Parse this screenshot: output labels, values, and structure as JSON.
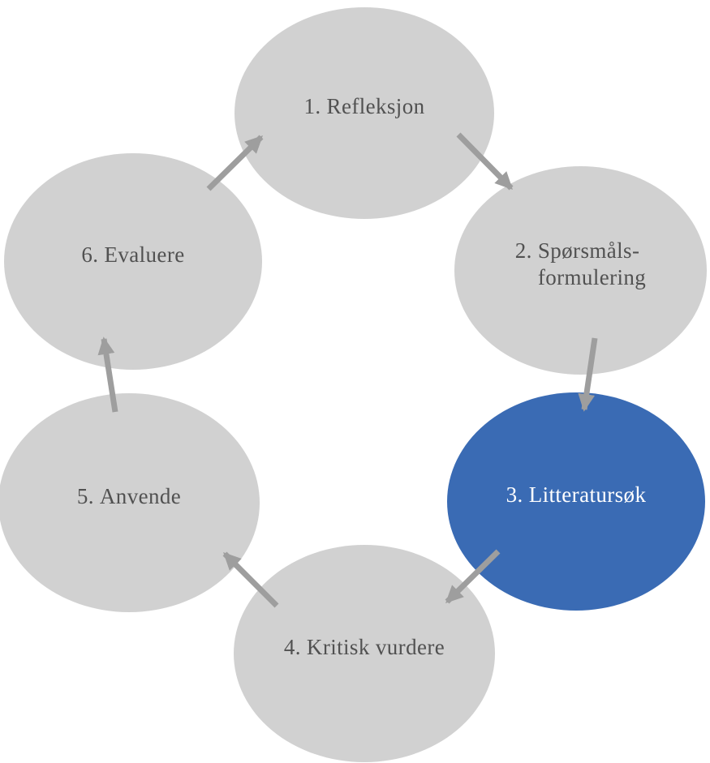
{
  "diagram": {
    "title_semantic": "evidence-based-practice-cycle",
    "colors": {
      "background": "#ffffff",
      "ellipse_fill": "#d1d1d1",
      "active_ellipse_fill": "#3a6bb4",
      "text": "#515151",
      "active_text": "#ffffff",
      "arrow": "#9e9e9e"
    },
    "steps": [
      {
        "number": "1.",
        "label": "Refleksjon",
        "active": false
      },
      {
        "number": "2.",
        "label": "Spørsmåls-\nformulering",
        "active": false
      },
      {
        "number": "3.",
        "label": "Litteratursøk",
        "active": true
      },
      {
        "number": "4.",
        "label": "Kritisk vurdere",
        "active": false
      },
      {
        "number": "5.",
        "label": "Anvende",
        "active": false
      },
      {
        "number": "6.",
        "label": "Evaluere",
        "active": false
      }
    ],
    "arrows": [
      {
        "from": "step-6",
        "to": "step-1"
      },
      {
        "from": "step-1",
        "to": "step-2"
      },
      {
        "from": "step-2",
        "to": "step-3"
      },
      {
        "from": "step-3",
        "to": "step-4"
      },
      {
        "from": "step-4",
        "to": "step-5"
      },
      {
        "from": "step-5",
        "to": "step-6"
      }
    ]
  }
}
